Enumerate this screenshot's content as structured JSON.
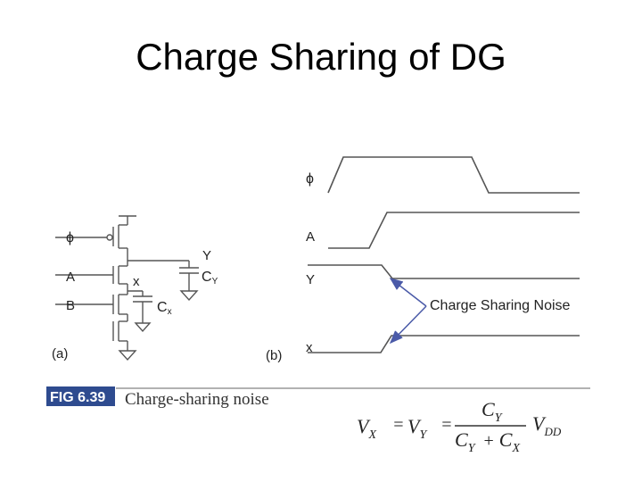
{
  "slide": {
    "title": "Charge Sharing of DG"
  },
  "circuit": {
    "phi": "ϕ",
    "A": "A",
    "B": "B",
    "Y": "Y",
    "x": "x",
    "cy_main": "C",
    "cy_sub": "Y",
    "cx_main": "C",
    "cx_sub": "x",
    "panel": "(a)"
  },
  "waveforms": {
    "phi": "ϕ",
    "A": "A",
    "Y": "Y",
    "x": "x",
    "panel": "(b)",
    "annotation": "Charge Sharing Noise"
  },
  "caption": {
    "fig_label": "FIG 6.39",
    "text": "Charge-sharing noise"
  },
  "equation": {
    "vx_main": "V",
    "vx_sub": "X",
    "eq1": "=",
    "vy_main": "V",
    "vy_sub": "Y",
    "eq2": "=",
    "num_main": "C",
    "num_sub": "Y",
    "den_a_main": "C",
    "den_a_sub": "Y",
    "plus": "+",
    "den_b_main": "C",
    "den_b_sub": "X",
    "vdd_main": "V",
    "vdd_sub": "DD"
  },
  "colors": {
    "wire": "#555555",
    "arrow": "#4a5aa8",
    "caption_bg": "#2e4b8f",
    "annotation": "#555555"
  }
}
